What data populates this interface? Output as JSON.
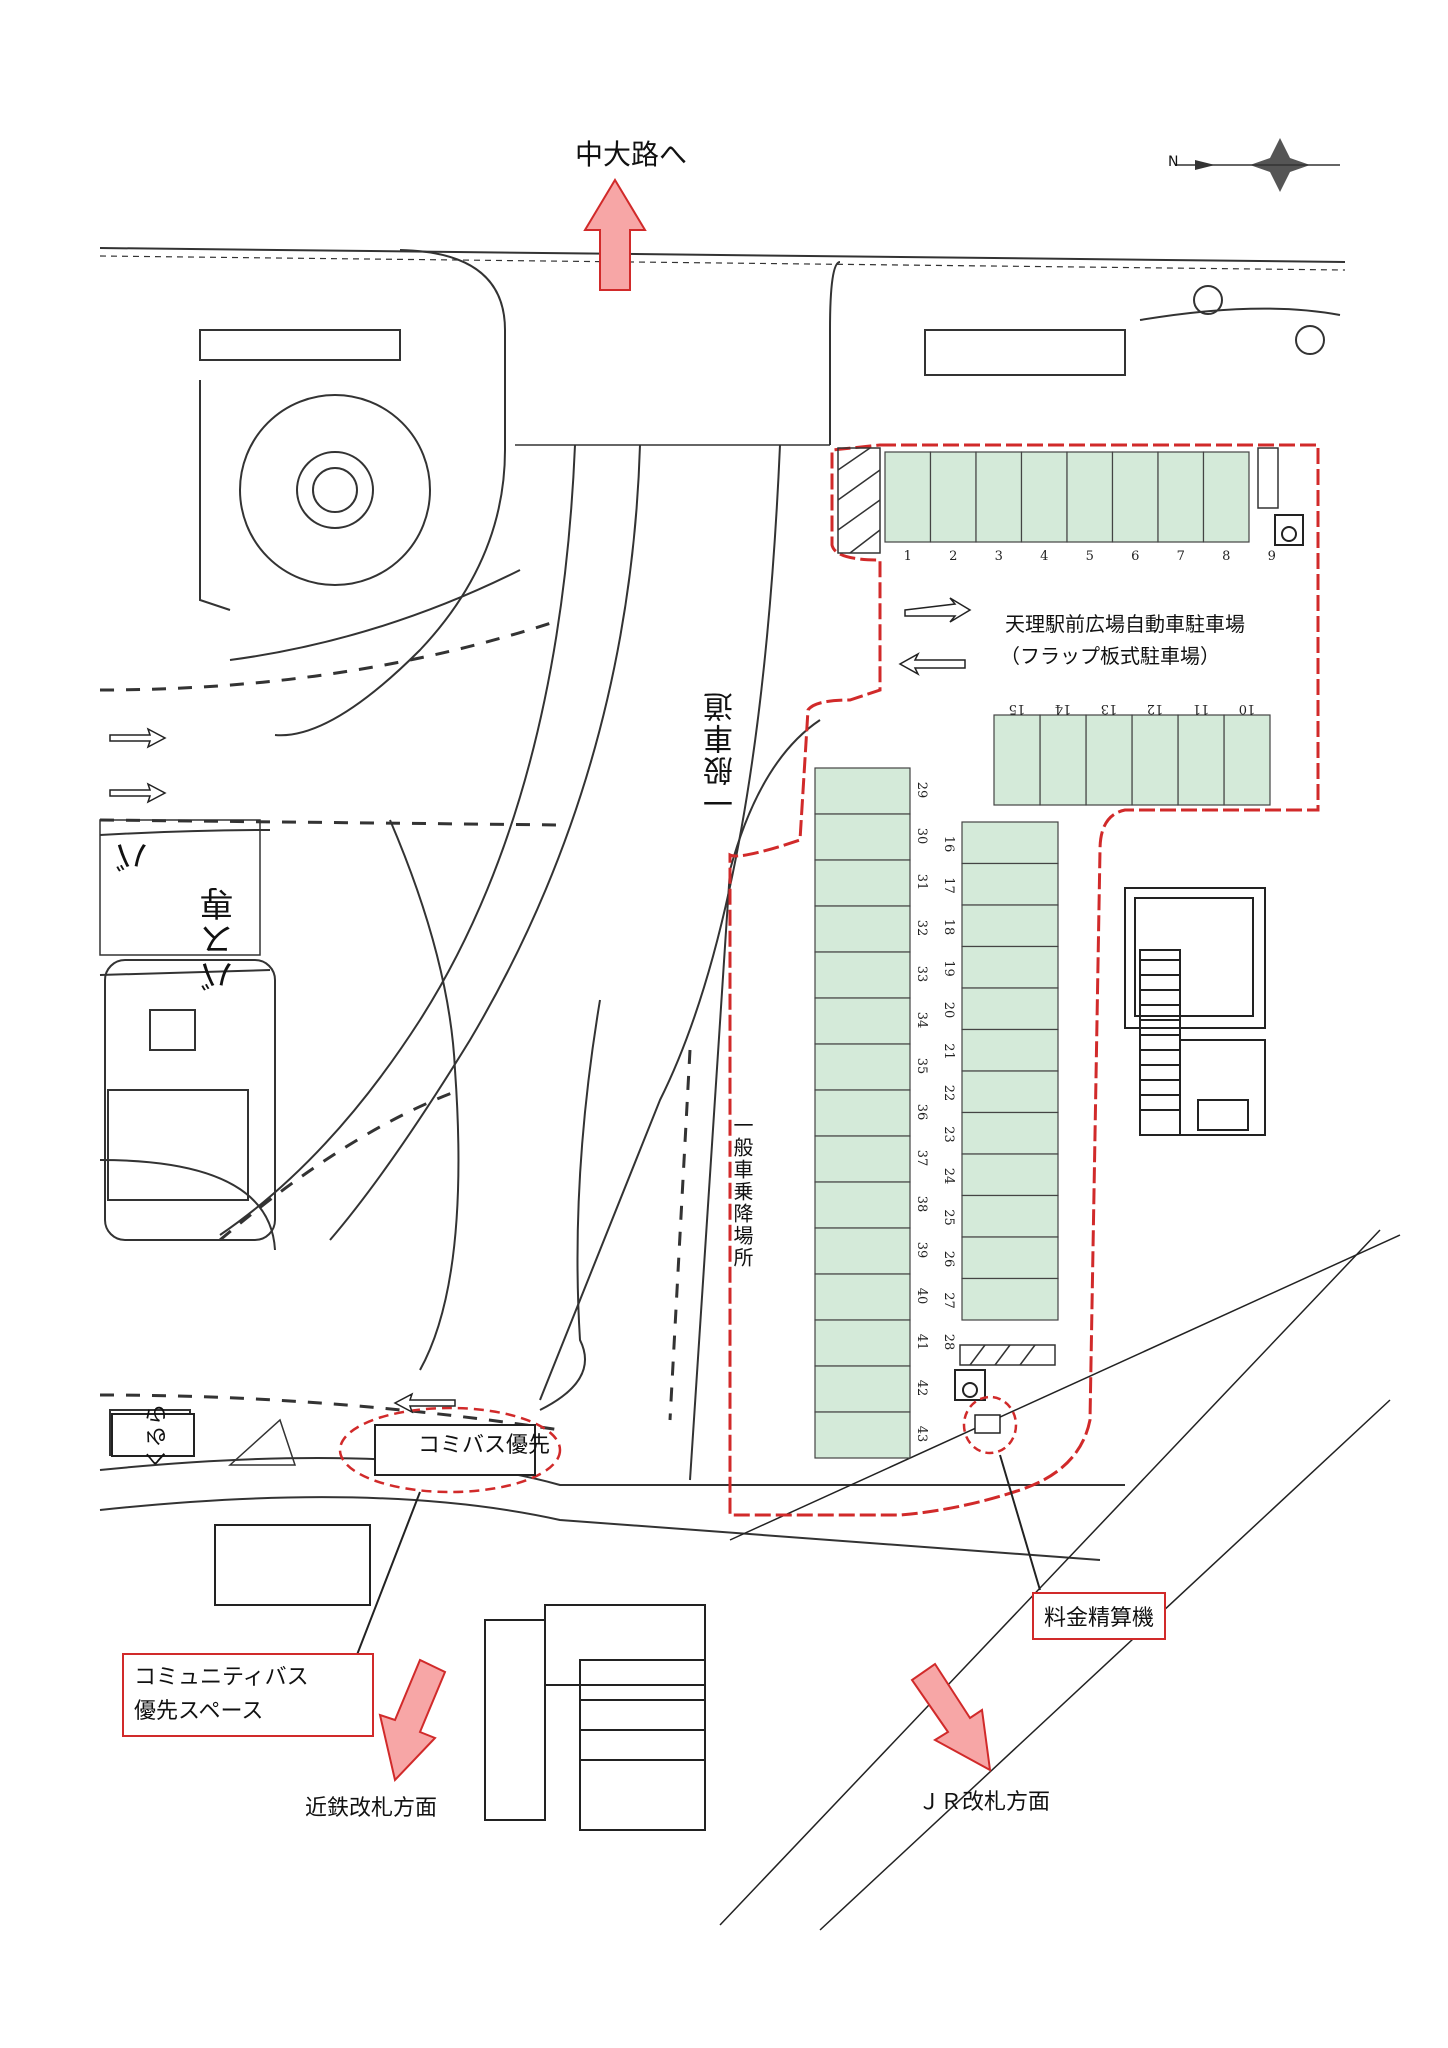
{
  "labels": {
    "north_road": "中大路へ",
    "compass": "N",
    "lot_name_line1": "天理駅前広場自動車駐車場",
    "lot_name_line2": "（フラップ板式駐車場）",
    "general_dropoff": "一般車乗降場所",
    "ippan_shado": "一般車道",
    "community_bus_priority": "コミバス優先",
    "community_bus_space_line1": "コミュニティバス",
    "community_bus_space_line2": "優先スペース",
    "payment_machine": "料金精算機",
    "kintetsu_gate": "近鉄改札方面",
    "jr_gate": "ＪＲ改札方面",
    "bus_stop_1": "バス専",
    "bus_stop_2": "バ",
    "taxi": "くるら"
  },
  "parking": {
    "row_top": [
      "1",
      "2",
      "3",
      "4",
      "5",
      "6",
      "7",
      "8",
      "9"
    ],
    "row_mid": [
      "10",
      "11",
      "12",
      "13",
      "14",
      "15"
    ],
    "col_right": [
      "16",
      "17",
      "18",
      "19",
      "20",
      "21",
      "22",
      "23",
      "24",
      "25",
      "26",
      "27",
      "28"
    ],
    "col_left": [
      "29",
      "30",
      "31",
      "32",
      "33",
      "34",
      "35",
      "36",
      "37",
      "38",
      "39",
      "40",
      "41",
      "42",
      "43"
    ]
  },
  "colors": {
    "stall_fill": "#d4ead9",
    "boundary": "#d12a2a",
    "arrow": "#f7a6a6",
    "line": "#333333"
  },
  "icons": [
    "compass-icon",
    "wheelchair-icon",
    "arrow-north-icon",
    "arrow-sw-icon",
    "arrow-se-icon"
  ]
}
